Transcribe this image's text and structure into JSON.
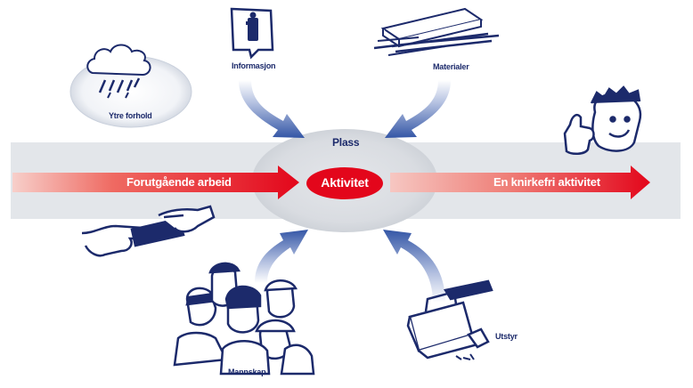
{
  "diagram": {
    "place_label": "Plass",
    "center_label": "Aktivitet",
    "left_arrow_label": "Forutgående arbeid",
    "right_arrow_label": "En knirkefri aktivitet",
    "inputs": [
      {
        "label": "Informasjon",
        "icon": "information-sign-icon"
      },
      {
        "label": "Materialer",
        "icon": "lumber-planks-icon"
      },
      {
        "label": "Ytre forhold",
        "icon": "rain-cloud-icon"
      },
      {
        "label": "Mannskap",
        "icon": "work-crew-icon"
      },
      {
        "label": "Utstyr",
        "icon": "toolbox-icon"
      }
    ],
    "extra_icons": [
      "handover-hands-icon",
      "thumbs-up-face-icon"
    ]
  },
  "colors": {
    "band": "#e3e6ea",
    "ellipse": "#dcdfe3",
    "red": "#e3061b",
    "navy": "#1c2a6b",
    "arrow_blue": "#3a5aa8"
  }
}
